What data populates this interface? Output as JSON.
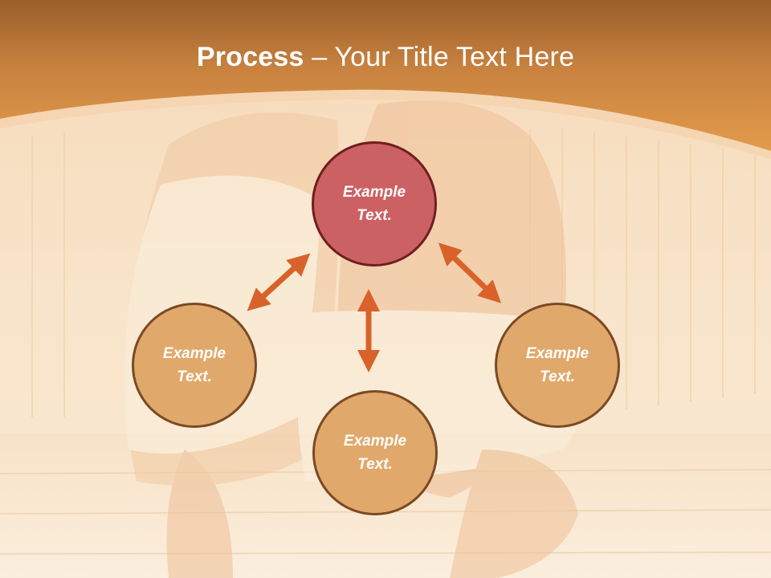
{
  "title": {
    "bold": "Process",
    "rest": " – Your Title Text Here"
  },
  "nodes": {
    "top": "Example Text.",
    "left": "Example Text.",
    "right": "Example Text.",
    "bottom": "Example Text."
  },
  "colors": {
    "header_orange": "#d98a3c",
    "accent_node": "#cc6163",
    "node_fill": "#e1a86b",
    "arrow": "#d9622b"
  }
}
